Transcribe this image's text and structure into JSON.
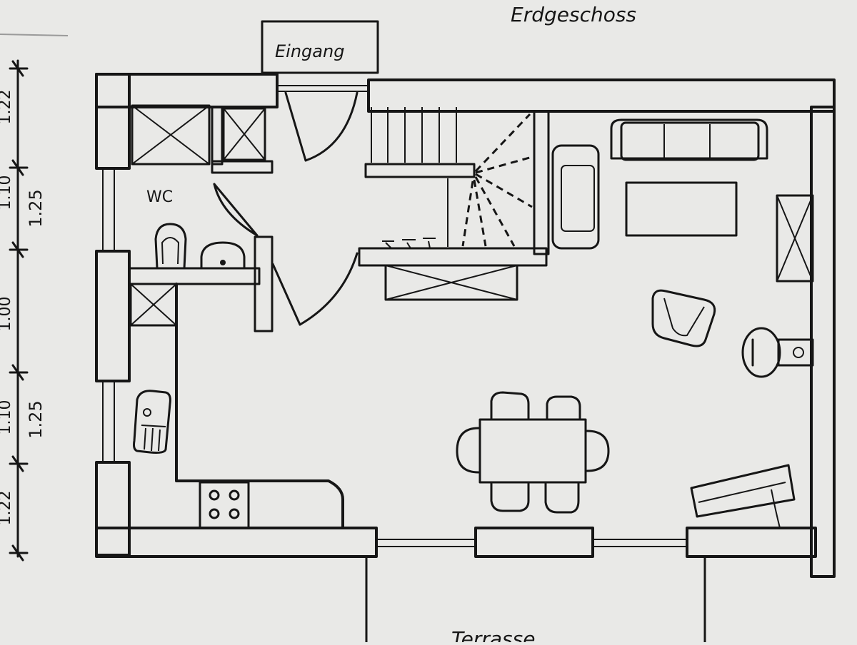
{
  "plan": {
    "title": "Erdgeschoss",
    "labels": {
      "entrance": "Eingang",
      "wc": "WC",
      "terrace": "Terrasse"
    },
    "dimensions": [
      "1.22",
      "1.10",
      "1.25",
      "1.00",
      "1.10",
      "1.25",
      "1.22"
    ]
  },
  "colors": {
    "paper": "#e9e9e7",
    "ink": "#161616"
  }
}
